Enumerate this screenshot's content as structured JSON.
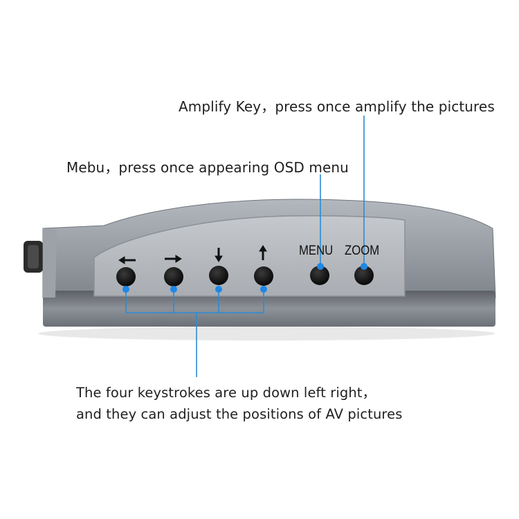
{
  "callouts": {
    "amplify": "Amplify Key，press once amplify the pictures",
    "menu": "Mebu，press once appearing OSD menu",
    "keys_line1": "The four keystrokes are up down left right，",
    "keys_line2": "and they can adjust the positions of AV pictures"
  },
  "device": {
    "menu_label": "MENU",
    "zoom_label": "ZOOM",
    "arrow_keys": [
      {
        "name": "left",
        "glyph": "←"
      },
      {
        "name": "right",
        "glyph": "→"
      },
      {
        "name": "down",
        "glyph": "↓"
      },
      {
        "name": "up",
        "glyph": "↑"
      }
    ]
  },
  "colors": {
    "callout_line": "#2a8bd6",
    "callout_dot": "#1e88e5",
    "device_body": "#8a8f96",
    "device_panel": "#b9bcc1",
    "button": "#111111"
  }
}
